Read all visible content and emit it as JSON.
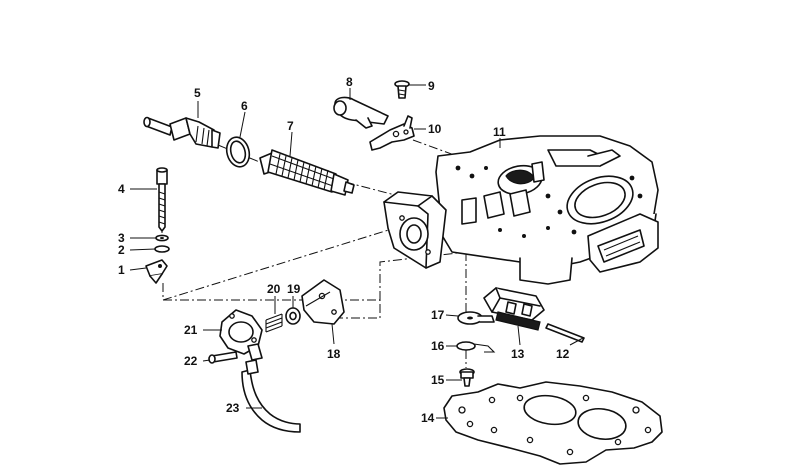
{
  "diagram": {
    "type": "exploded-parts-diagram",
    "colors": {
      "ink": "#111111",
      "background": "#ffffff"
    },
    "callouts": [
      {
        "id": "1",
        "label": "1"
      },
      {
        "id": "2",
        "label": "2"
      },
      {
        "id": "3",
        "label": "3"
      },
      {
        "id": "4",
        "label": "4"
      },
      {
        "id": "5",
        "label": "5"
      },
      {
        "id": "6",
        "label": "6"
      },
      {
        "id": "7",
        "label": "7"
      },
      {
        "id": "8",
        "label": "8"
      },
      {
        "id": "9",
        "label": "9"
      },
      {
        "id": "10",
        "label": "10"
      },
      {
        "id": "11",
        "label": "11"
      },
      {
        "id": "12",
        "label": "12"
      },
      {
        "id": "13",
        "label": "13"
      },
      {
        "id": "14",
        "label": "14"
      },
      {
        "id": "15",
        "label": "15"
      },
      {
        "id": "16",
        "label": "16"
      },
      {
        "id": "17",
        "label": "17"
      },
      {
        "id": "18",
        "label": "18"
      },
      {
        "id": "19",
        "label": "19"
      },
      {
        "id": "20",
        "label": "20"
      },
      {
        "id": "21",
        "label": "21"
      },
      {
        "id": "22",
        "label": "22"
      },
      {
        "id": "23",
        "label": "23"
      }
    ]
  }
}
